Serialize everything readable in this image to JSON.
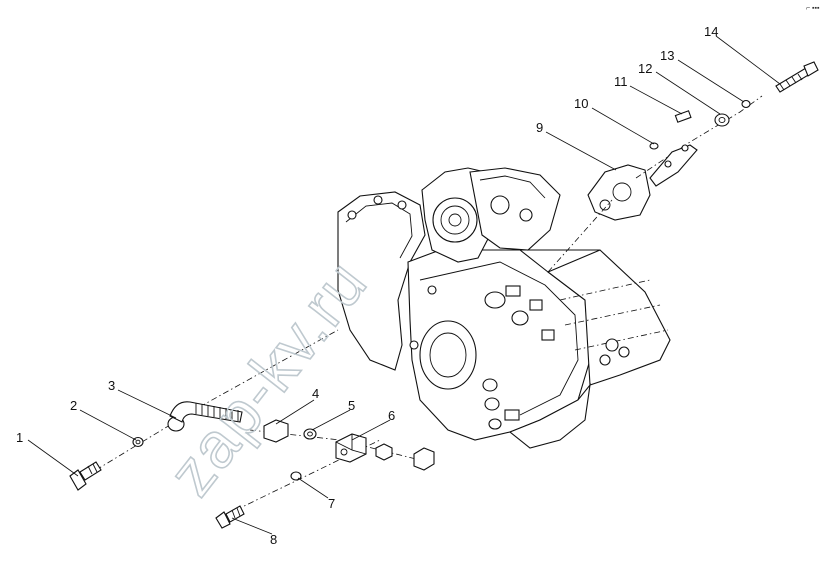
{
  "diagram": {
    "watermark": "zap-kv.ru",
    "corner_mark": "⌐ ▪▪▪",
    "callouts": [
      "1",
      "2",
      "3",
      "4",
      "5",
      "6",
      "7",
      "8",
      "9",
      "10",
      "11",
      "12",
      "13",
      "14"
    ]
  }
}
